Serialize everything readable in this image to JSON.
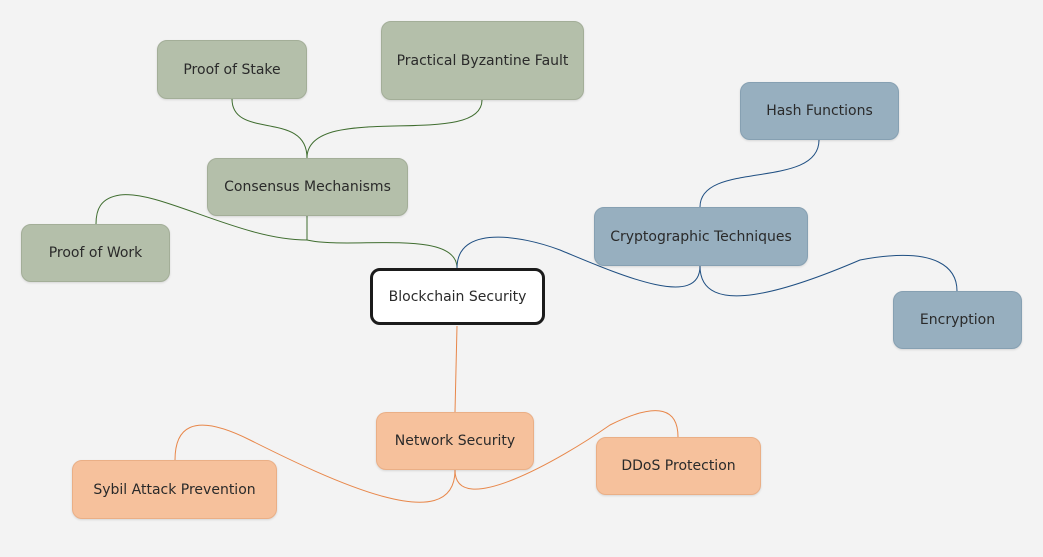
{
  "diagram": {
    "colors": {
      "consensus_branch": "#3f6d2f",
      "crypto_branch": "#1f4f82",
      "network_branch": "#e8874a",
      "consensus_fill": "#b4bfaa",
      "crypto_fill": "#97afbf",
      "network_fill": "#f6c19c"
    },
    "root": {
      "label": "Blockchain Security"
    },
    "consensus": {
      "label": "Consensus Mechanisms",
      "proof_of_stake": "Proof of Stake",
      "pbft": "Practical Byzantine Fault",
      "proof_of_work": "Proof of Work"
    },
    "crypto": {
      "label": "Cryptographic Techniques",
      "hash_functions": "Hash Functions",
      "encryption": "Encryption"
    },
    "network": {
      "label": "Network Security",
      "sybil": "Sybil Attack Prevention",
      "ddos": "DDoS Protection"
    }
  }
}
